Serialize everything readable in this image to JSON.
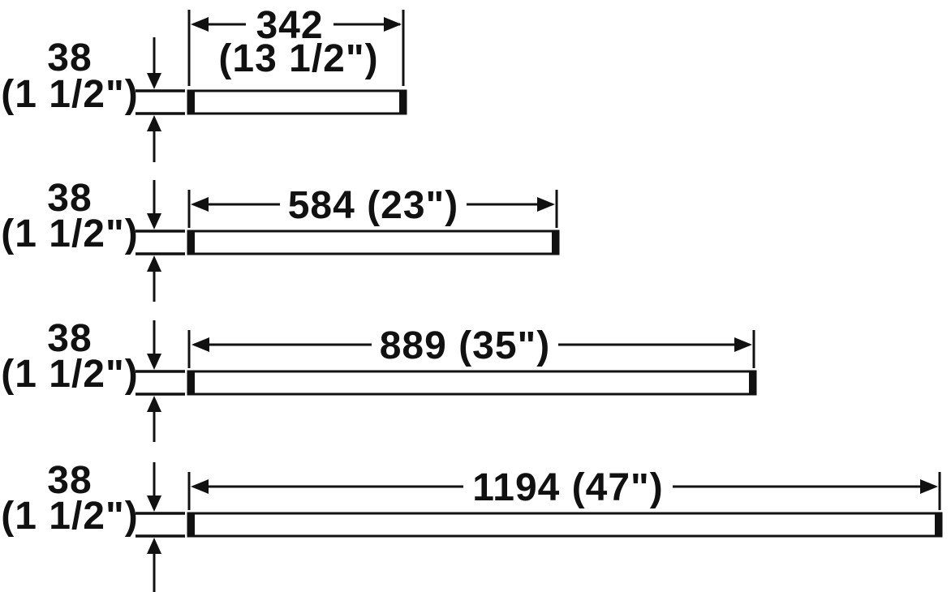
{
  "diagram": {
    "line_color": "#111111",
    "rows": [
      {
        "height_mm": "38",
        "height_in": "(1 1/2\")",
        "length_mm": "342",
        "length_in": "(13 1/2\")"
      },
      {
        "height_mm": "38",
        "height_in": "(1 1/2\")",
        "length_label": "584 (23\")"
      },
      {
        "height_mm": "38",
        "height_in": "(1 1/2\")",
        "length_label": "889 (35\")"
      },
      {
        "height_mm": "38",
        "height_in": "(1 1/2\")",
        "length_label": "1194 (47\")"
      }
    ]
  }
}
